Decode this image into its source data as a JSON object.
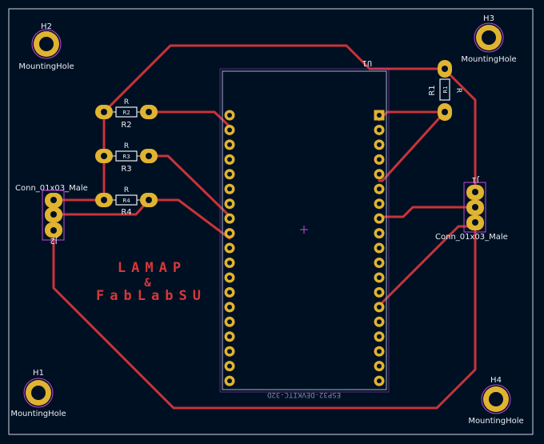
{
  "colors": {
    "background": "#001023",
    "board_edge": "#d0d8dc",
    "track": "#c8343a",
    "pad": "#e0b430",
    "pad_hole": "#001023",
    "silk": "#e8eef2",
    "fab_outline": "#9fb4c7",
    "courtyard": "#c24ad8",
    "fab_text": "#d63838"
  },
  "mounting_holes": [
    {
      "ref": "H2",
      "value": "MountingHole"
    },
    {
      "ref": "H3",
      "value": "MountingHole"
    },
    {
      "ref": "H1",
      "value": "MountingHole"
    },
    {
      "ref": "H4",
      "value": "MountingHole"
    }
  ],
  "resistors": [
    {
      "ref": "R2",
      "value": "R"
    },
    {
      "ref": "R3",
      "value": "R"
    },
    {
      "ref": "R4",
      "value": "R"
    },
    {
      "ref": "R1",
      "value": "R"
    }
  ],
  "connectors": [
    {
      "ref": "J2",
      "value": "Conn_01x03_Male"
    },
    {
      "ref": "J1",
      "value": "Conn_01x03_Male"
    }
  ],
  "module": {
    "ref": "U1",
    "value": "ESP32-DEVKITC-32D"
  },
  "logo": {
    "line1": "LAMAP",
    "line2": "&",
    "line3": "FabLabSU"
  }
}
